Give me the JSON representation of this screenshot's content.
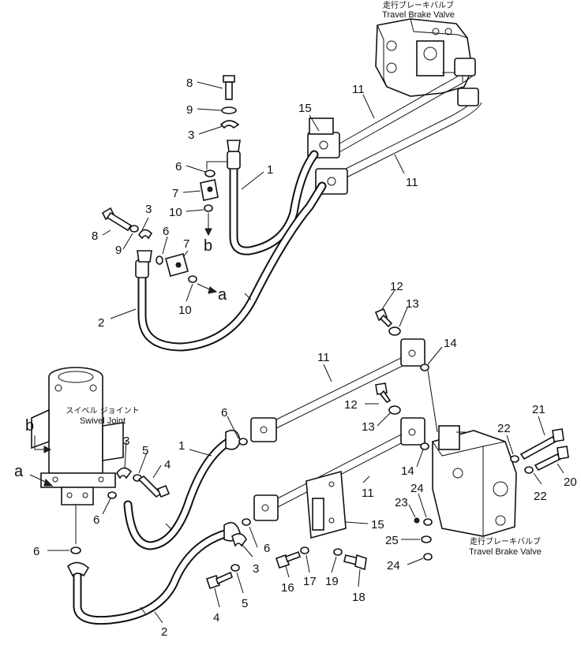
{
  "captions": {
    "travel_brake_valve_top_jp": "走行ブレーキバルブ",
    "travel_brake_valve_top_en": "Travel Brake Valve",
    "swivel_joint_jp": "スイベル ジョイント",
    "swivel_joint_en": "Swivel Joint",
    "travel_brake_valve_bottom_jp": "走行ブレーキバルブ",
    "travel_brake_valve_bottom_en": "Travel Brake Valve"
  },
  "callouts": {
    "upper": {
      "p8a": "8",
      "p9a": "9",
      "p3a": "3",
      "p6a": "6",
      "p7a": "7",
      "p10a": "10",
      "pb": "b",
      "p1": "1",
      "p15": "15",
      "p11a": "11",
      "p11b": "11",
      "p8b": "8",
      "p9b": "9",
      "p3b": "3",
      "p6b": "6",
      "p7b": "7",
      "p10b": "10",
      "pa": "a",
      "p2": "2"
    },
    "lower": {
      "p12a": "12",
      "p13a": "13",
      "p14a": "14",
      "p11c": "11",
      "p12b": "12",
      "p13b": "13",
      "p6c": "6",
      "p1": "1",
      "pb": "b",
      "pa": "a",
      "p3a": "3",
      "p5a": "5",
      "p4a": "4",
      "p6d": "6",
      "p6e": "6",
      "p14b": "14",
      "p11d": "11",
      "p15": "15",
      "p6f": "6",
      "p3b": "3",
      "p5b": "5",
      "p4b": "4",
      "p2": "2",
      "p16": "16",
      "p17": "17",
      "p19": "19",
      "p18": "18",
      "p23": "23",
      "p24a": "24",
      "p25": "25",
      "p24b": "24",
      "p22a": "22",
      "p21": "21",
      "p22b": "22",
      "p20": "20"
    }
  }
}
